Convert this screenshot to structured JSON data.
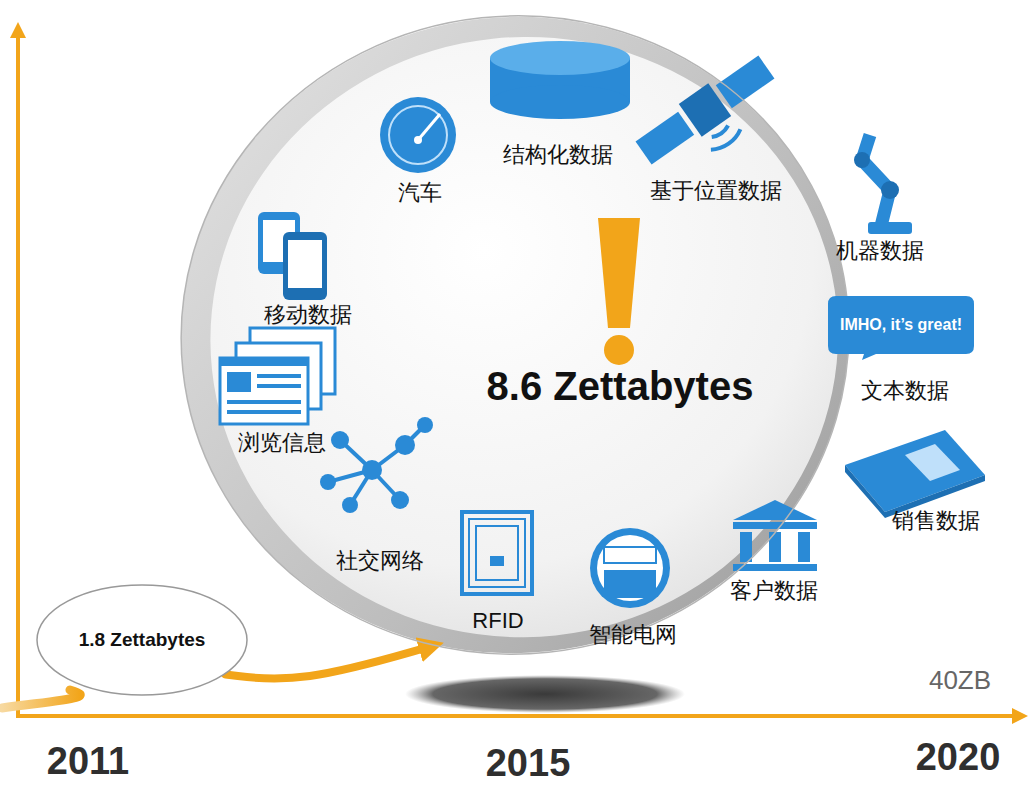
{
  "diagram": {
    "nodes": [
      {
        "text": [
          "8.6 Zettabytes"
        ]
      },
      {
        "text": [
          "IMHO, it’s great!"
        ],
        "in": 0
      },
      {
        "text": [
          "1.8 Zettabytes"
        ]
      }
    ],
    "edges": [
      {
        "from": 2,
        "to": 0,
        "arrow": "to"
      }
    ],
    "labels": [
      "汽车",
      "结构化数据",
      "基于位置数据",
      "机器数据",
      "移动数据",
      "文本数据",
      "浏览信息",
      "社交网络",
      "RFID",
      "智能电网",
      "客户数据",
      "销售数据",
      "40ZB",
      "2011",
      "2015",
      "2020"
    ]
  }
}
